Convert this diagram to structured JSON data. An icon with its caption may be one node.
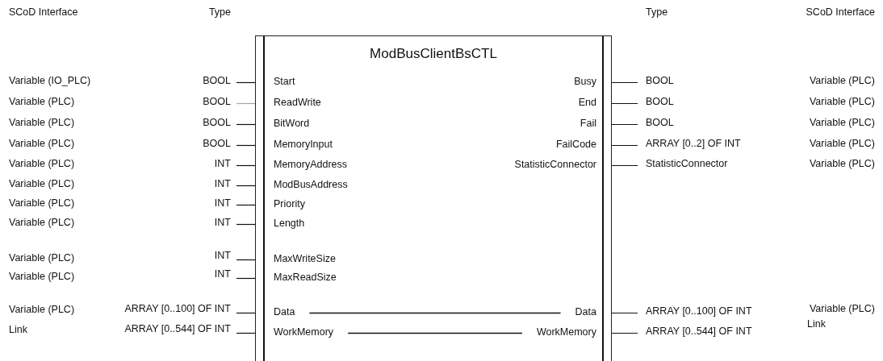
{
  "diagram": {
    "nodes": [
      {
        "text": [
          "ModBusClientBsCTL"
        ]
      },
      {
        "text": [
          "Start"
        ],
        "in": 0
      },
      {
        "text": [
          "ReadWrite"
        ],
        "in": 0
      },
      {
        "text": [
          "BitWord"
        ],
        "in": 0
      },
      {
        "text": [
          "MemoryInput"
        ],
        "in": 0
      },
      {
        "text": [
          "MemoryAddress"
        ],
        "in": 0
      },
      {
        "text": [
          "ModBusAddress"
        ],
        "in": 0
      },
      {
        "text": [
          "Priority"
        ],
        "in": 0
      },
      {
        "text": [
          "Length"
        ],
        "in": 0
      },
      {
        "text": [
          "MaxWriteSize"
        ],
        "in": 0
      },
      {
        "text": [
          "MaxReadSize"
        ],
        "in": 0
      },
      {
        "text": [
          "Data"
        ],
        "in": 0
      },
      {
        "text": [
          "WorkMemory"
        ],
        "in": 0
      },
      {
        "text": [
          "Busy"
        ],
        "in": 0
      },
      {
        "text": [
          "End"
        ],
        "in": 0
      },
      {
        "text": [
          "Fail"
        ],
        "in": 0
      },
      {
        "text": [
          "FailCode"
        ],
        "in": 0
      },
      {
        "text": [
          "StatisticConnector"
        ],
        "in": 0
      },
      {
        "text": [
          "Data"
        ],
        "in": 0
      },
      {
        "text": [
          "WorkMemory"
        ],
        "in": 0
      },
      {
        "text": [
          "BOOL"
        ]
      },
      {
        "text": [
          "BOOL"
        ]
      },
      {
        "text": [
          "BOOL"
        ]
      },
      {
        "text": [
          "BOOL"
        ]
      },
      {
        "text": [
          "INT"
        ]
      },
      {
        "text": [
          "INT"
        ]
      },
      {
        "text": [
          "INT"
        ]
      },
      {
        "text": [
          "INT"
        ]
      },
      {
        "text": [
          "INT"
        ]
      },
      {
        "text": [
          "INT"
        ]
      },
      {
        "text": [
          "ARRAY [0..100] OF INT"
        ]
      },
      {
        "text": [
          "ARRAY [0..544] OF INT"
        ]
      },
      {
        "text": [
          "BOOL"
        ]
      },
      {
        "text": [
          "BOOL"
        ]
      },
      {
        "text": [
          "BOOL"
        ]
      },
      {
        "text": [
          "ARRAY [0..2] OF INT"
        ]
      },
      {
        "text": [
          "StatisticConnector"
        ]
      },
      {
        "text": [
          "ARRAY [0..100] OF INT"
        ]
      },
      {
        "text": [
          "ARRAY [0..544] OF INT"
        ]
      }
    ],
    "edges": [
      {
        "from": 20,
        "to": 1,
        "arrow": "none"
      },
      {
        "from": 21,
        "to": 2,
        "arrow": "none",
        "color": "#a6a6a6"
      },
      {
        "from": 22,
        "to": 3,
        "arrow": "none"
      },
      {
        "from": 23,
        "to": 4,
        "arrow": "none"
      },
      {
        "from": 24,
        "to": 5,
        "arrow": "none"
      },
      {
        "from": 25,
        "to": 6,
        "arrow": "none"
      },
      {
        "from": 26,
        "to": 7,
        "arrow": "none"
      },
      {
        "from": 27,
        "to": 8,
        "arrow": "none"
      },
      {
        "from": 28,
        "to": 9,
        "arrow": "none"
      },
      {
        "from": 29,
        "to": 10,
        "arrow": "none"
      },
      {
        "from": 30,
        "to": 11,
        "arrow": "none"
      },
      {
        "from": 31,
        "to": 12,
        "arrow": "none"
      },
      {
        "from": 13,
        "to": 32,
        "arrow": "none"
      },
      {
        "from": 14,
        "to": 33,
        "arrow": "none"
      },
      {
        "from": 15,
        "to": 34,
        "arrow": "none"
      },
      {
        "from": 16,
        "to": 35,
        "arrow": "none"
      },
      {
        "from": 17,
        "to": 36,
        "arrow": "none"
      },
      {
        "from": 18,
        "to": 37,
        "arrow": "none"
      },
      {
        "from": 19,
        "to": 38,
        "arrow": "none"
      },
      {
        "from": 11,
        "to": 18,
        "arrow": "none"
      },
      {
        "from": 12,
        "to": 19,
        "arrow": "none"
      }
    ],
    "labels": [
      "SCoD Interface",
      "Type",
      "Type",
      "SCoD Interface",
      "Variable (IO_PLC)",
      "Variable (PLC)",
      "Variable (PLC)",
      "Variable (PLC)",
      "Variable (PLC)",
      "Variable (PLC)",
      "Variable (PLC)",
      "Variable (PLC)",
      "Variable (PLC)",
      "Variable (PLC)",
      "Variable (PLC)",
      "Link",
      "Variable (PLC)",
      "Variable (PLC)",
      "Variable (PLC)",
      "Variable (PLC)",
      "Variable (PLC)",
      "Variable (PLC)",
      "Link"
    ]
  }
}
